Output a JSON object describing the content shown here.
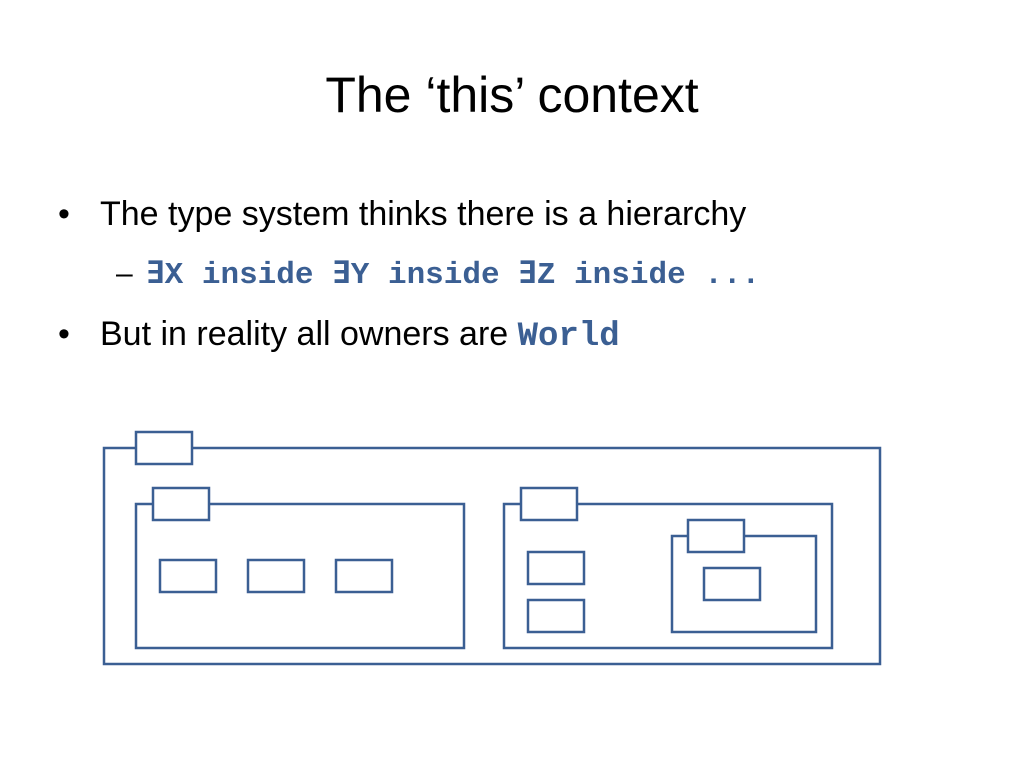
{
  "title": "The ‘this’ context",
  "bullets": [
    {
      "marker": "•",
      "text": "The type system thinks there is a hierarchy",
      "sub": {
        "marker": "–",
        "code": "∃X inside ∃Y inside ∃Z inside ..."
      }
    },
    {
      "marker": "•",
      "text": "But in reality all owners are ",
      "code": "World"
    }
  ],
  "colors": {
    "accent": "#3b5f93",
    "text": "#000000",
    "background": "#ffffff"
  }
}
